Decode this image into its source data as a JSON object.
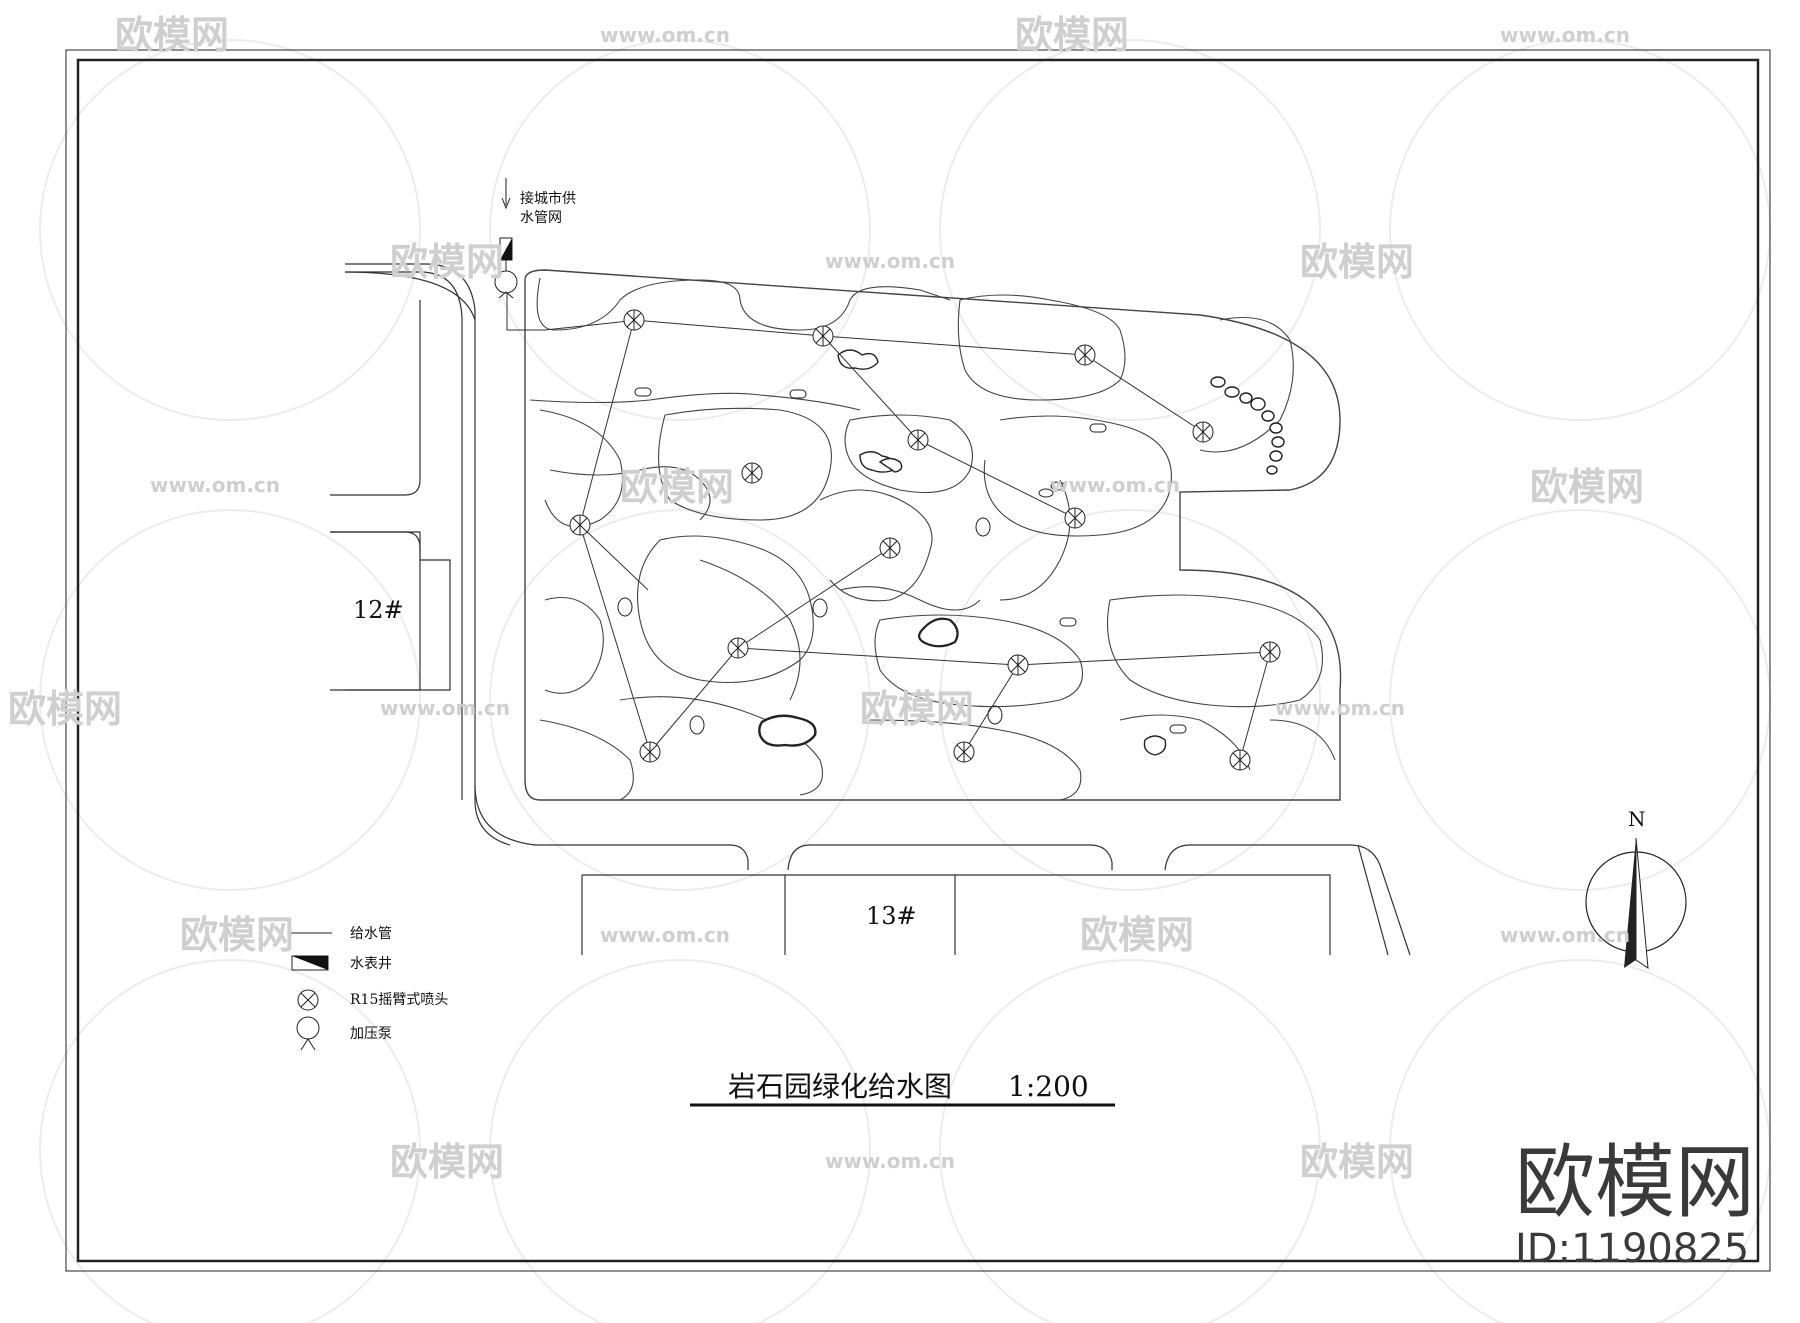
{
  "drawing": {
    "title": "岩石园绿化给水图",
    "scale": "1:200",
    "supply_note_line1": "接城市供",
    "supply_note_line2": "水管网",
    "building_12": "12#",
    "building_13": "13#",
    "north_label": "N"
  },
  "legend": [
    {
      "symbol": "pipe",
      "label": "给水管"
    },
    {
      "symbol": "meter-well",
      "label": "水表井"
    },
    {
      "symbol": "sprinkler",
      "label": "R15摇臂式喷头"
    },
    {
      "symbol": "pump",
      "label": "加压泵"
    }
  ],
  "watermark": {
    "brand": "欧模网",
    "url": "www.om.cn",
    "id_label": "ID:1190825"
  }
}
